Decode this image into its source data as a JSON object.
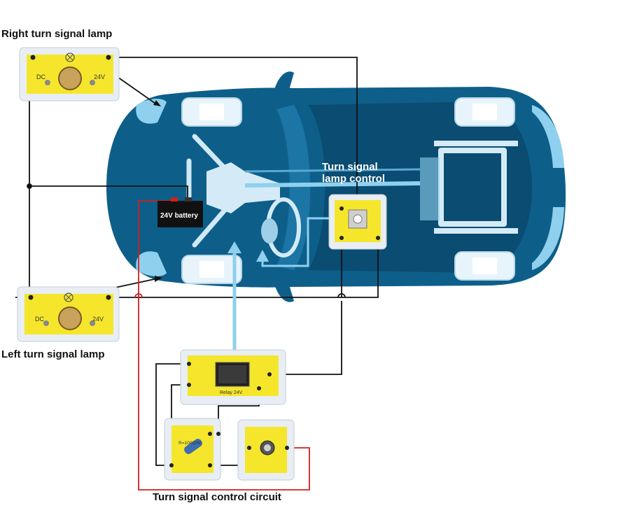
{
  "labels": {
    "right_lamp": "Right turn signal lamp",
    "left_lamp": "Left turn signal lamp",
    "lamp_control_line1": "Turn signal",
    "lamp_control_line2": "lamp control",
    "control_circuit": "Turn signal control circuit"
  },
  "components": {
    "battery": "24V battery",
    "relay": "Relay 24V",
    "resistor": "R=100Ω/W",
    "lamp_dc": "DC",
    "lamp_24v": "24V"
  },
  "colors": {
    "car_body": "#0d5f8a",
    "car_dark": "#0a4669",
    "car_light": "#8fd0ee",
    "module_yellow": "#f5e62c",
    "module_case": "#e8eef4",
    "wire_black": "#111111",
    "wire_red": "#d21f1f",
    "arrow_lightblue": "#8fd0ee"
  }
}
